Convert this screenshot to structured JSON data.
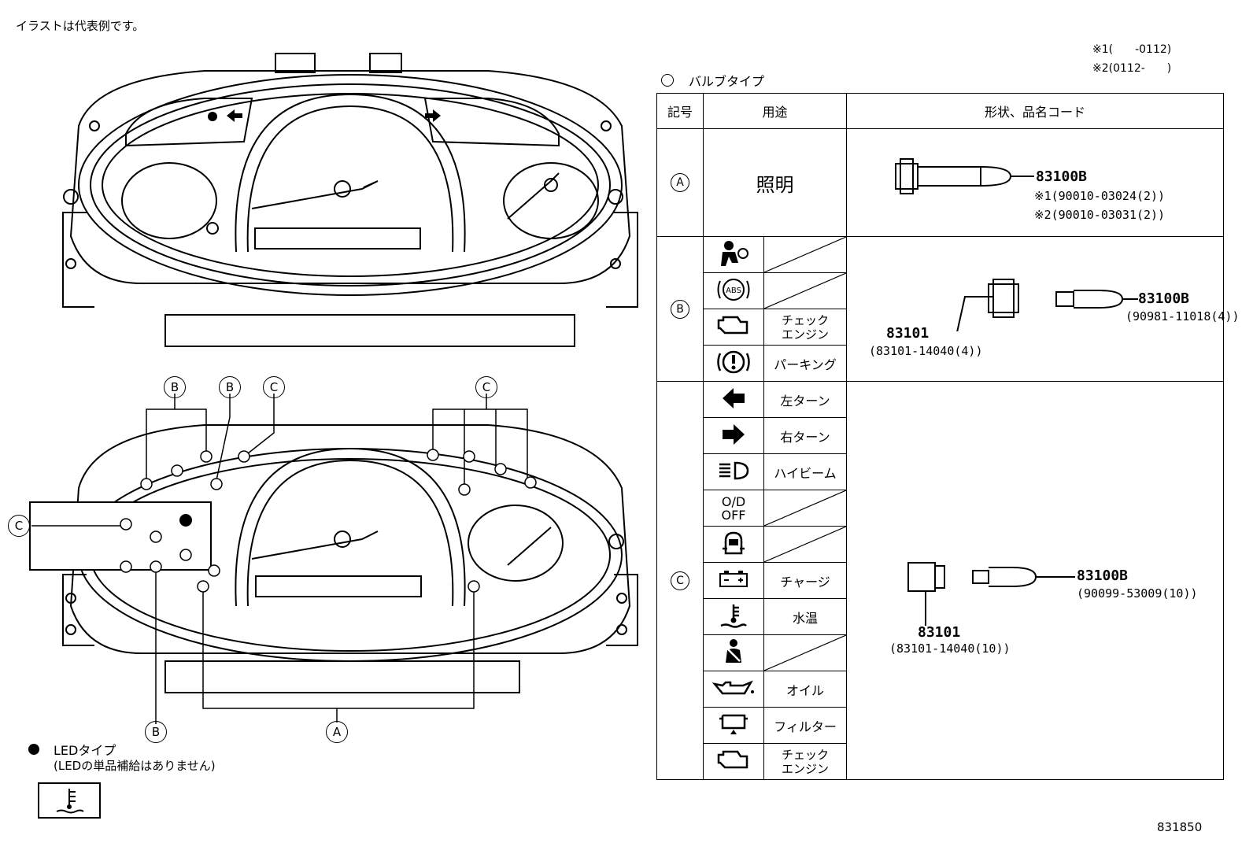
{
  "header": {
    "note": "イラストは代表例です。",
    "ref1": "※1(　　-0112)",
    "ref2": "※2(0112-　　)",
    "bulb_type": "バルブタイプ",
    "led_type": "LEDタイプ",
    "led_note": "(LEDの単品補給はありません)",
    "page_code": "831850"
  },
  "markers": {
    "A": "A",
    "B": "B",
    "C": "C"
  },
  "table": {
    "col_symbol": "記号",
    "col_use": "用途",
    "col_shape": "形状、品名コード",
    "row_a": {
      "use": "照明",
      "part": "83100B",
      "code1": "※1(90010-03024(2))",
      "code2": "※2(90010-03031(2))"
    },
    "row_b": {
      "uses": [
        "",
        "",
        "チェック\nエンジン",
        "パーキング"
      ],
      "socket": "83101",
      "socket_code": "(83101-14040(4))",
      "bulb": "83100B",
      "bulb_code": "(90981-11018(4))"
    },
    "row_c": {
      "uses": [
        "左ターン",
        "右ターン",
        "ハイビーム",
        "",
        "",
        "チャージ",
        "水温",
        "",
        "オイル",
        "フィルター",
        "チェック\nエンジン"
      ],
      "socket": "83101",
      "socket_code": "(83101-14040(10))",
      "bulb": "83100B",
      "bulb_code": "(90099-53009(10))"
    }
  },
  "icon_labels": {
    "od": "O/D",
    "off": "OFF",
    "abs": "ABS"
  }
}
